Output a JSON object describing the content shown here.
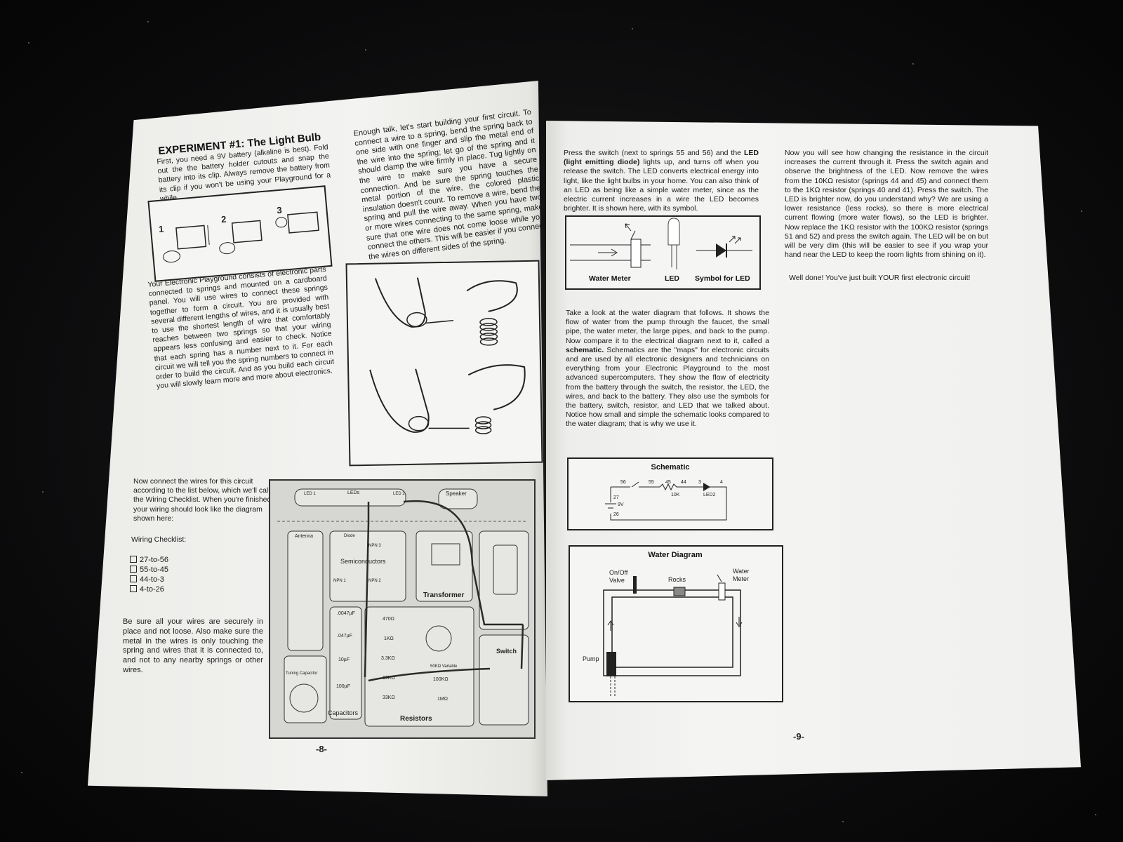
{
  "left_page": {
    "heading": "EXPERIMENT #1:  The Light Bulb",
    "intro": "First, you need a 9V battery (alkaline is best).  Fold out the the battery holder cutouts and snap the battery into its clip.  Always remove the battery from its clip if you won't be using your Playground for a while.",
    "battery_steps": [
      "1",
      "2",
      "3"
    ],
    "playground_text": "Your Electronic Playground consists of electronic parts connected to springs and mounted on a cardboard panel. You will use wires to connect these springs together to form a circuit.  You are provided with several different lengths of wires, and it is usually best to use the shortest length of wire that comfortably reaches between two springs so that your wiring appears less confusing and easier to check.  Notice that each spring has a number next to it.  For each circuit we will tell you the spring numbers to connect in order to build the circuit.  And as you build each circuit you will slowly learn more and more about electronics.",
    "spring_text": "Enough talk, let's start building your first circuit.  To connect a wire to a spring, bend the spring back to one side with one finger and slip the metal end of the wire into the spring; let go of the spring and it should clamp the wire firmly in place.  Tug lightly on the wire to make sure you have a secure connection.  And be sure the spring touches the metal portion of the wire, the colored plastic insulation doesn't count.  To remove a wire, bend the spring and pull the wire away.  When you have two or more wires connecting to the same spring, make sure that one wire does not come loose while you connect the others.  This will be easier if you connect the wires on different sides of the spring.",
    "connect_text": "Now connect the wires for this circuit according to the list below, which we'll call the Wiring Checklist. When you're finished your wiring should look like the diagram shown here:",
    "checklist_title": "Wiring Checklist:",
    "checklist": [
      "27-to-56",
      "55-to-45",
      "44-to-3",
      "4-to-26"
    ],
    "secure_text": "Be sure all your wires are securely in place and not loose. Also make sure the metal in the wires is only touching the spring and wires that it is connected to, and not to any nearby springs or other wires.",
    "board": {
      "leds": "LEDs",
      "led1": "LED 1",
      "led2": "LED 2",
      "speaker": "Speaker",
      "antenna": "Antenna",
      "diode": "Diode",
      "npn3": "NPN 3",
      "npn1": "NPN 1",
      "npn2": "NPN 2",
      "semiconductors": "Semiconductors",
      "transformer": "Transformer",
      "c1": ".0047µF",
      "c2": ".047µF",
      "c3": "10µF",
      "c4": "100µF",
      "capacitors": "Capacitors",
      "r1": "470Ω",
      "r2": "1KΩ",
      "r3": "3.3KΩ",
      "r4": "10KΩ",
      "r5": "33KΩ",
      "r6": "100KΩ",
      "r7": "1MΩ",
      "resistors": "Resistors",
      "variable": "50KΩ Variable",
      "switch": "Switch",
      "tuning": "Tuning Capacitor"
    },
    "page_number": "-8-"
  },
  "right_page": {
    "led_text_pre": "Press the switch (next to springs 55 and 56) and the",
    "led_bold": "LED (light emitting diode)",
    "led_text_post": "lights up, and turns off when you release the switch.  The LED converts electrical energy into light, like the light bulbs in your home.  You can also think of an LED as being like a simple water meter, since as the electric current increases in a wire the LED becomes brighter.  It is shown here, with its symbol.",
    "fig_labels": [
      "Water Meter",
      "LED",
      "Symbol for LED"
    ],
    "water_text_pre": "Take a look at the water diagram that follows.  It shows the flow of water from the pump through the faucet, the small pipe, the water meter, the large pipes, and back to the pump.  Now compare it to the electrical diagram next to it, called a",
    "water_bold": "schematic.",
    "water_text_post": "Schematics are the \"maps\" for electronic circuits and are used by all electronic designers and technicians on everything from your Electronic Playground to the most advanced supercomputers.  They show the flow of electricity from the battery through the switch, the resistor, the LED, the wires, and back to the battery.  They also use the symbols for the battery, switch, resistor, and LED that we talked about.  Notice how small and simple the schematic looks compared to the water diagram; that is why we use it.",
    "schematic_title": "Schematic",
    "schematic_labels": {
      "s56": "56",
      "s55": "55",
      "s45": "45",
      "s44": "44",
      "s3": "3",
      "s4": "4",
      "s27": "27",
      "s26": "26",
      "v": "9V",
      "r": "10K",
      "led": "LED2"
    },
    "water_diagram_title": "Water Diagram",
    "water_labels": {
      "valve": "On/Off\nValve",
      "rocks": "Rocks",
      "meter": "Water\nMeter",
      "pump": "Pump"
    },
    "resistance_text": "Now you will see how changing the resistance in the circuit increases the current through it.  Press the switch again and observe the brightness of the LED.  Now remove the wires from the 10KΩ resistor (springs 44 and 45) and connect them to the 1KΩ resistor (springs 40 and 41).  Press the switch.  The LED is brighter now, do you understand why?  We are using a lower resistance (less rocks), so there is more electrical current flowing (more water flows), so the LED is brighter.  Now replace the 1KΩ resistor with the 100KΩ resistor (springs 51 and 52) and press the switch again.  The LED will be on but will be very dim (this will be easier to see if you wrap your hand near the LED to keep the room lights from shining on it).",
    "well_done": "Well done!  You've just built YOUR first electronic circuit!",
    "page_number": "-9-"
  }
}
